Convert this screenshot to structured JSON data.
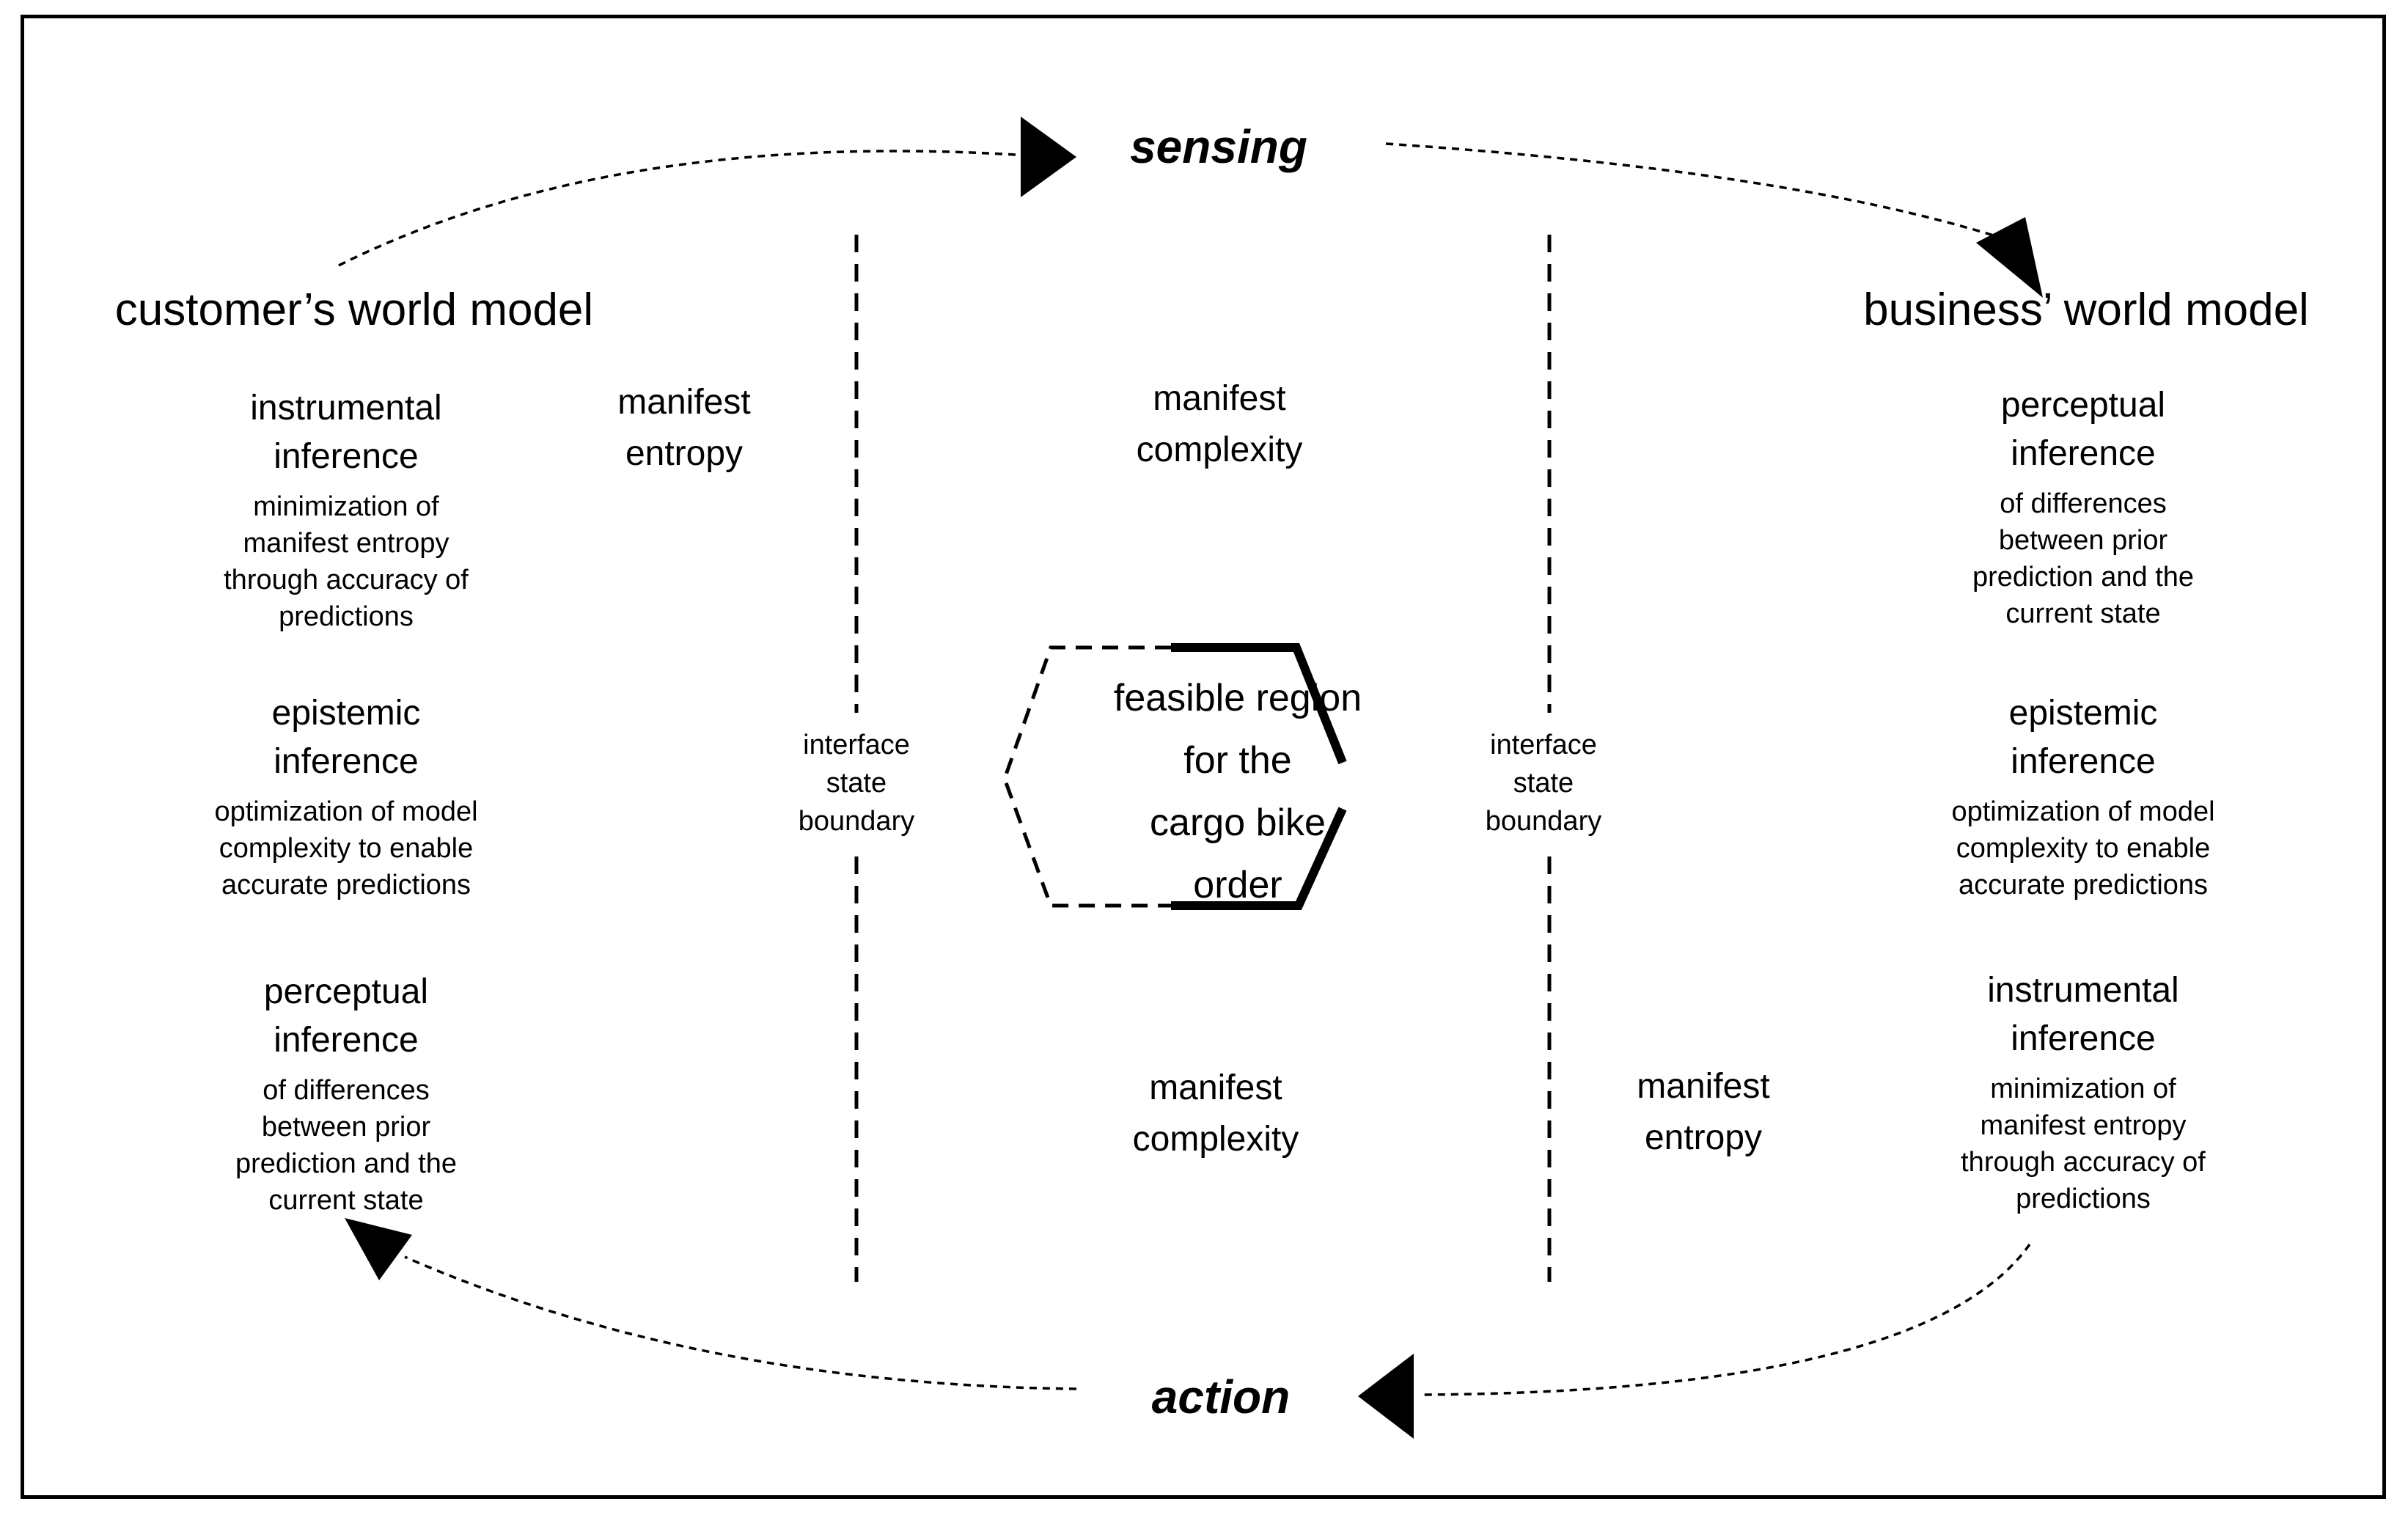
{
  "palette": {
    "ink": "#000000",
    "background": "#ffffff"
  },
  "flow": {
    "sensing_label": "sensing",
    "action_label": "action"
  },
  "customer_model": {
    "title": "customer’s world model",
    "instrumental": {
      "heading": "instrumental\ninference",
      "detail": "minimization of\nmanifest entropy\nthrough accuracy of\npredictions"
    },
    "epistemic": {
      "heading": "epistemic\ninference",
      "detail": "optimization of model\ncomplexity to enable\naccurate predictions"
    },
    "perceptual": {
      "heading": "perceptual\ninference",
      "detail": "of differences\nbetween prior\nprediction and the\ncurrent state"
    },
    "entropy_label": "manifest\nentropy"
  },
  "business_model": {
    "title": "business’ world model",
    "perceptual": {
      "heading": "perceptual\ninference",
      "detail": "of differences\nbetween prior\nprediction and the\ncurrent state"
    },
    "epistemic": {
      "heading": "epistemic\ninference",
      "detail": "optimization of model\ncomplexity to enable\naccurate predictions"
    },
    "instrumental": {
      "heading": "instrumental\ninference",
      "detail": "minimization of\nmanifest entropy\nthrough accuracy of\npredictions"
    },
    "entropy_label": "manifest\nentropy"
  },
  "interface": {
    "left_boundary_label": "interface\nstate\nboundary",
    "right_boundary_label": "interface\nstate\nboundary"
  },
  "center": {
    "top_complexity_label": "manifest\ncomplexity",
    "bottom_complexity_label": "manifest\ncomplexity",
    "feasible_region_label": "feasible region\nfor the\ncargo bike\norder"
  }
}
